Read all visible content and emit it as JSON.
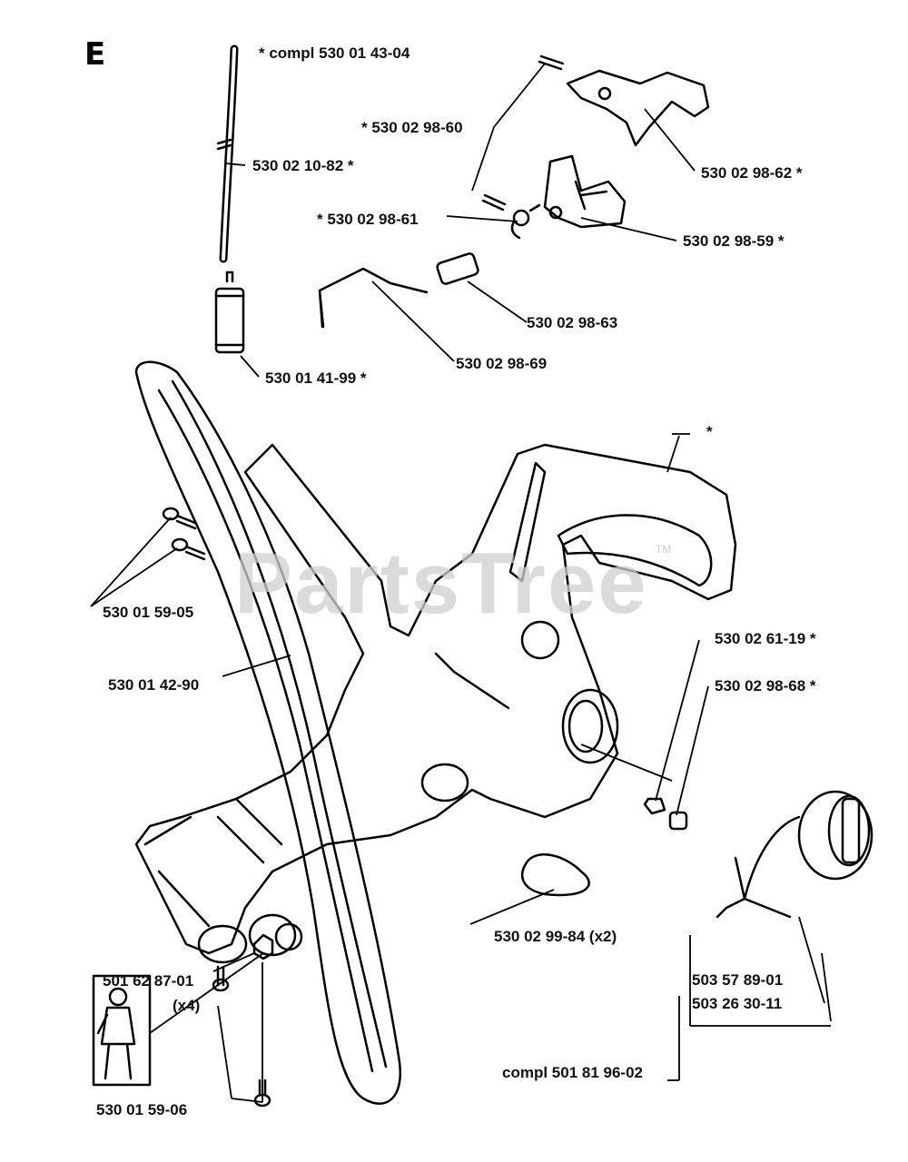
{
  "section_letter": "E",
  "watermark": {
    "text": "PartsTree",
    "tm": "TM"
  },
  "labels": {
    "tank_compl": "* compl 530 01 43-04",
    "hose": "530 02 10-82 *",
    "pin_60": "* 530 02 98-60",
    "lever_62": "530 02 98-62 *",
    "spring_61": "* 530 02 98-61",
    "trigger_59": "530 02 98-59 *",
    "block_63": "530 02 98-63",
    "rod_69": "530 02 98-69",
    "filter_99": "530 01 41-99 *",
    "handle_star": "*",
    "screws_05": "530 01 59-05",
    "bar_90": "530 01 42-90",
    "part_61_19": "530 02 61-19 *",
    "part_98_68": "530 02 98-68 *",
    "damper_84": "530 02 99-84 (x2)",
    "cap_01": "503 57 89-01",
    "cap_11": "503 26 30-11",
    "cap_compl": "compl 501 81 96-02",
    "nut_01": "501 62 87-01",
    "nut_qty": "(x4)",
    "screws_06": "530 01 59-06"
  },
  "icons": [
    "mechanic-icon"
  ]
}
